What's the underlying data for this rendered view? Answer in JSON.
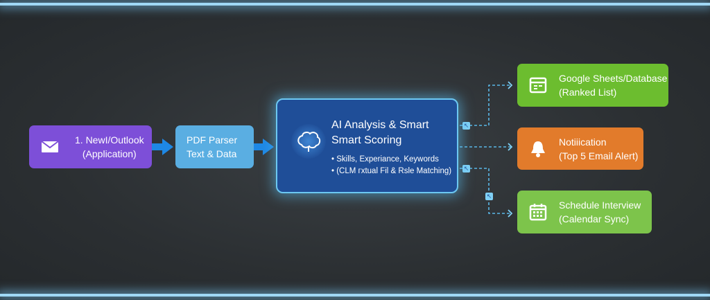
{
  "steps": {
    "email": {
      "line1": "1. NewI/Outlook",
      "line2": "(Application)",
      "icon": "envelope-icon"
    },
    "parser": {
      "line1": "PDF Parser",
      "line2": "Text & Data"
    },
    "ai": {
      "title1": "AI Analysis & Smart",
      "title2": "Smart Scoring",
      "bullet1": "• Skills, Experiance, Keywords",
      "bullet2": "• (CLM гxtual Fil & Rsle Matching)",
      "icon": "brain-icon"
    }
  },
  "outputs": [
    {
      "line1": "Google Sheets/Database",
      "line2": "(Ranked List)",
      "icon": "spreadsheet-icon",
      "color": "#6cbd2f"
    },
    {
      "line1": "Notiiication",
      "line2": "(Top 5 Email Alert)",
      "icon": "bell-icon",
      "color": "#e27b2b"
    },
    {
      "line1": "Schedule Interview",
      "line2": "(Calendar Sync)",
      "icon": "calendar-icon",
      "color": "#7dc44b"
    }
  ]
}
